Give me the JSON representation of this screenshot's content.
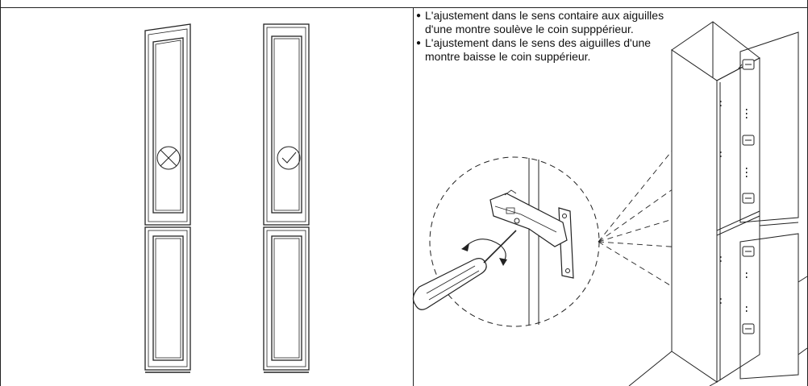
{
  "notes": {
    "items": [
      "L'ajustement dans le sens contaire aux aiguilles d'une montre soulève le coin supppérieur.",
      "L'ajustement dans le sens des aiguilles d'une montre baisse le coin suppérieur."
    ]
  },
  "symbols": {
    "wrong": "cross-in-circle",
    "right": "check-in-circle"
  }
}
